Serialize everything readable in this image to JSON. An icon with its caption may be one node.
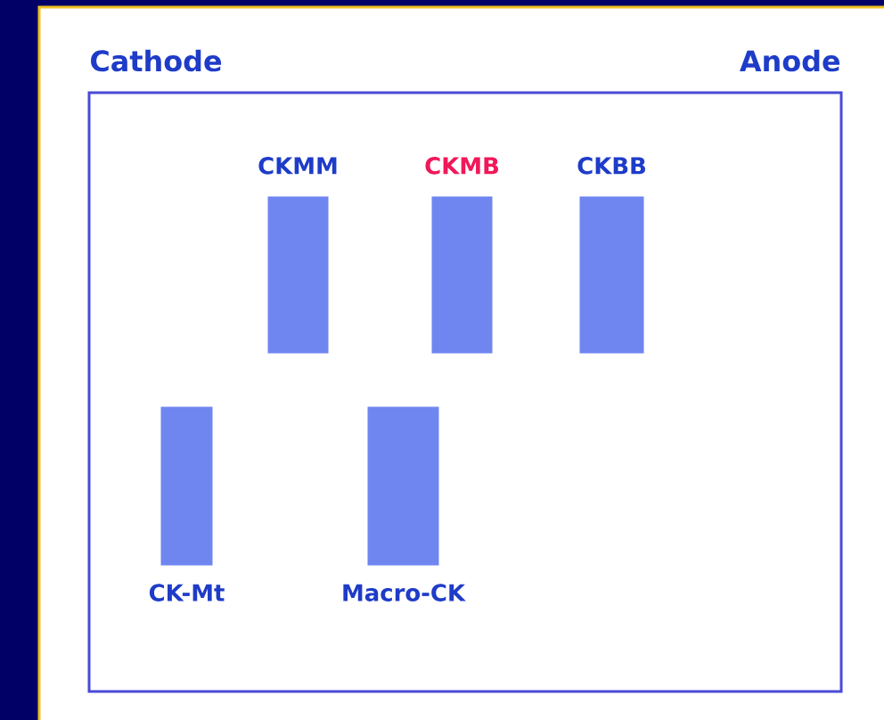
{
  "diagram": {
    "nodes": [
      {
        "text": [],
        "shape": "box"
      },
      {
        "text": [
          "CKMM"
        ],
        "in": 0
      },
      {
        "text": [
          "CKMB"
        ],
        "in": 0
      },
      {
        "text": [
          "CKBB"
        ],
        "in": 0
      },
      {
        "text": [
          "CK-Mt"
        ],
        "in": 0
      },
      {
        "text": [
          "Macro-CK"
        ],
        "in": 0
      }
    ],
    "labels": [
      "Cathode",
      "Anode"
    ]
  }
}
